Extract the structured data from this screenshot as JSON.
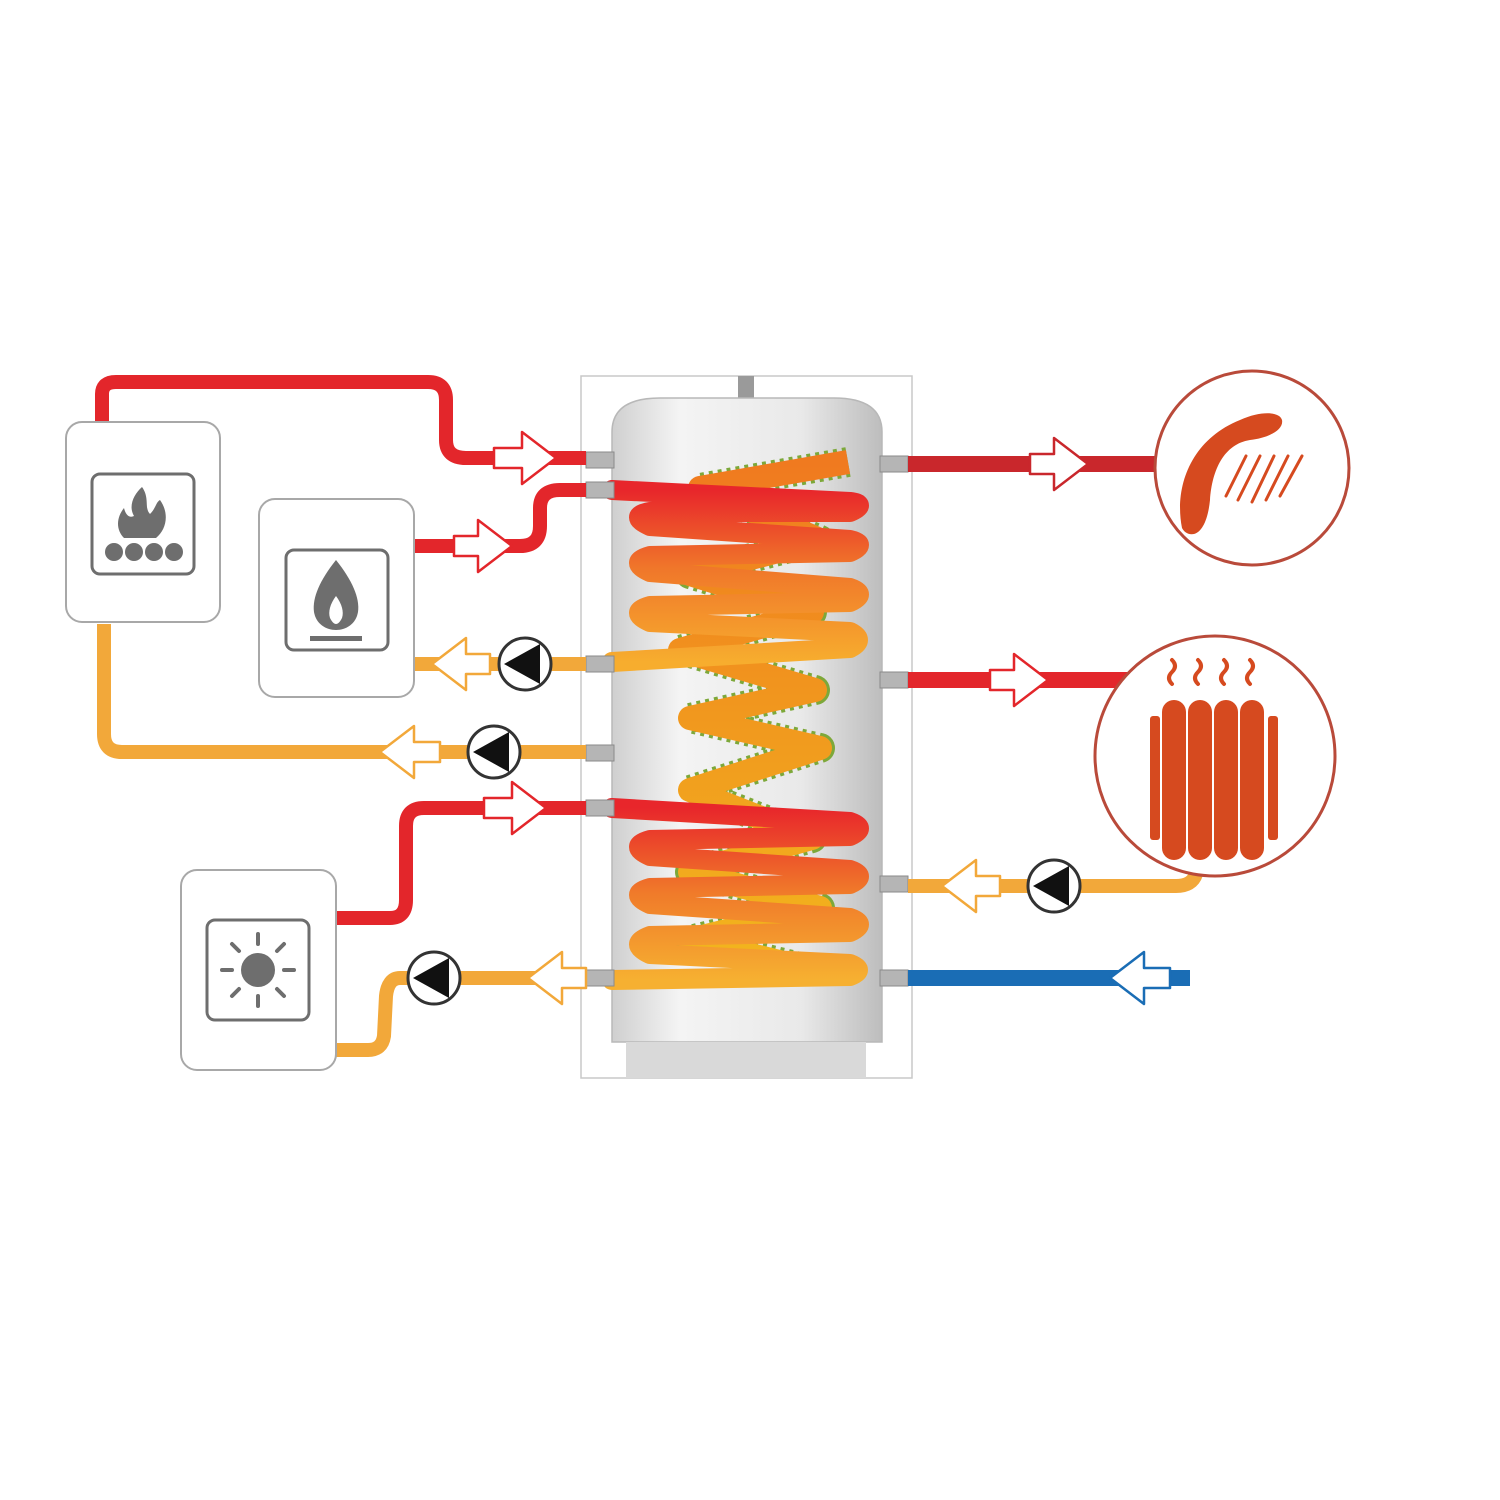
{
  "colors": {
    "hot": "#e3262b",
    "hot_dark": "#c9272c",
    "return": "#f2a83a",
    "cold": "#1a6db5",
    "tank": "#e6e6e6",
    "icon_gray": "#6e6e6e",
    "consumer": "#d64a1f",
    "coil_hot": "#e8402a",
    "coil_warm": "#f5a623"
  },
  "sources": [
    {
      "id": "solid-fuel-boiler",
      "icon": "solid-fuel-flame-icon"
    },
    {
      "id": "gas-boiler",
      "icon": "gas-flame-icon"
    },
    {
      "id": "solar-collector",
      "icon": "sun-icon"
    }
  ],
  "consumers": [
    {
      "id": "shower",
      "icon": "shower-icon"
    },
    {
      "id": "radiator",
      "icon": "radiator-icon"
    }
  ],
  "pumps": 4
}
